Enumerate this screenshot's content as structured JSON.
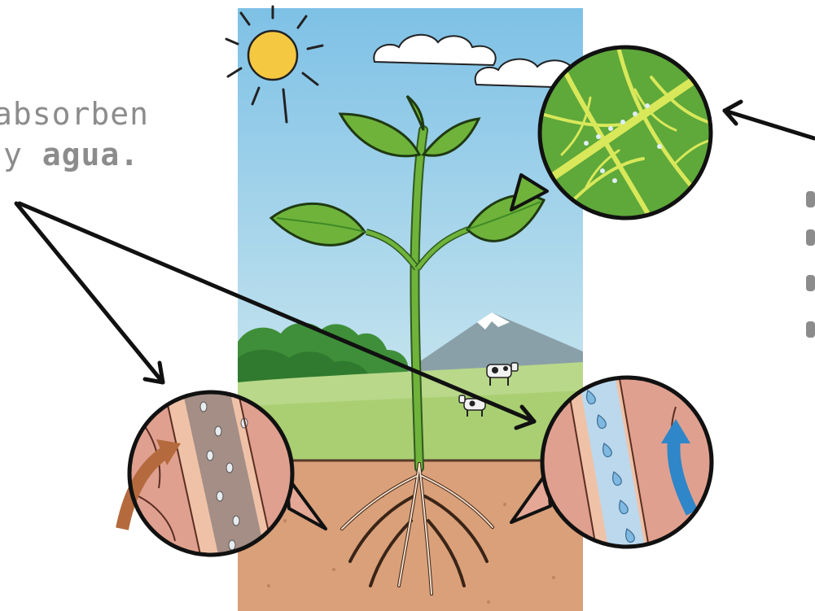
{
  "caption": {
    "line1": "absorben",
    "line2_prefix": "y",
    "line2_bold": "agua."
  },
  "colors": {
    "sky_top": "#7ec1e6",
    "sky_bottom": "#c8e6f0",
    "soil": "#d9a07a",
    "leaf": "#6fb33b",
    "leaf_dark": "#3f8a26",
    "xylem_water": "#2f86c9",
    "mineral_arrow": "#b46a3d",
    "caption_gray": "#8c8c8c"
  },
  "icons": [
    "sun-icon",
    "cloud-icon",
    "cow-icon",
    "mountain-icon",
    "arrow-icon"
  ]
}
